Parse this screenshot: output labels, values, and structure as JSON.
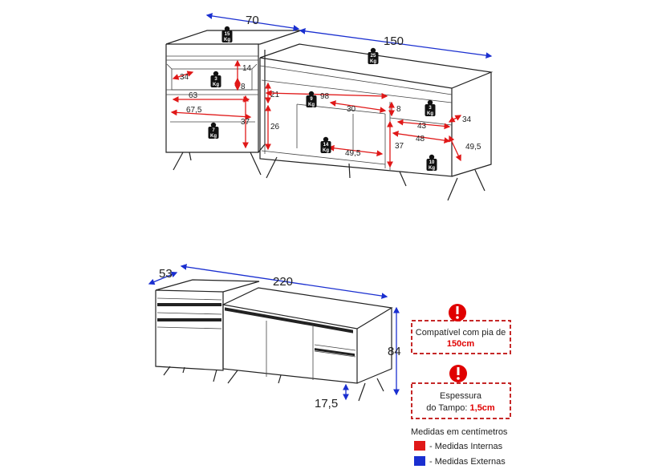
{
  "top_view": {
    "width_left": "70",
    "width_right": "150",
    "internal": {
      "d34_left": "34",
      "d14": "14",
      "d8_left": "8",
      "d63": "63",
      "d67_5": "67,5",
      "d37_left": "37",
      "d21": "21",
      "d98": "98",
      "d8_right": "8",
      "d30": "30",
      "d26": "26",
      "d43": "43",
      "d34_right": "34",
      "d48": "48",
      "d49_5_center": "49,5",
      "d37_right": "37",
      "d49_5_right": "49,5"
    },
    "weights": [
      {
        "value": "15",
        "unit": "Kg"
      },
      {
        "value": "25",
        "unit": "Kg"
      },
      {
        "value": "3",
        "unit": "Kg"
      },
      {
        "value": "9",
        "unit": "Kg"
      },
      {
        "value": "3",
        "unit": "Kg"
      },
      {
        "value": "7",
        "unit": "Kg"
      },
      {
        "value": "14",
        "unit": "Kg"
      },
      {
        "value": "10",
        "unit": "Kg"
      }
    ]
  },
  "front_view": {
    "depth": "53",
    "width": "220",
    "height": "84",
    "leg_height": "17,5"
  },
  "notes": {
    "note1_line1": "Compatível com pia de",
    "note1_line2": "150cm",
    "note2_line1": "Espessura",
    "note2_line2a": "do Tampo: ",
    "note2_line2b": "1,5cm"
  },
  "legend": {
    "title": "Medidas em centímetros",
    "internal": "- Medidas Internas",
    "external": "- Medidas Externas",
    "internal_color": "#e01818",
    "external_color": "#1a2fd0"
  }
}
